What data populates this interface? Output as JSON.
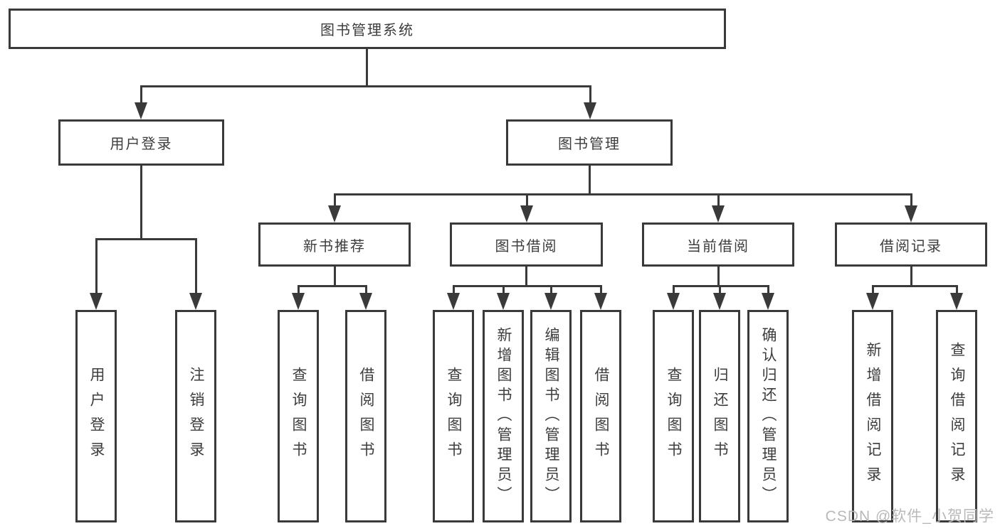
{
  "diagram": {
    "nodes": {
      "root": "图书管理系统",
      "level2": [
        "用户登录",
        "图书管理"
      ],
      "level3": [
        "新书推荐",
        "图书借阅",
        "当前借阅",
        "借阅记录"
      ],
      "leaves": {
        "user_login": [
          "用户登录",
          "注销登录"
        ],
        "new_book_rec": [
          "查询图书",
          "借阅图书"
        ],
        "book_borrow": [
          "查询图书",
          "新增图书（管理员）",
          "编辑图书（管理员）",
          "借阅图书"
        ],
        "current_borrow": [
          "查询图书",
          "归还图书",
          "确认归还（管理员）"
        ],
        "borrow_records": [
          "新增借阅记录",
          "查询借阅记录"
        ]
      }
    },
    "watermark": "CSDN @软件_小贺同学",
    "colors": {
      "line": "#3a3a3a",
      "text": "#3d3d3d",
      "background": "#ffffff",
      "watermark": "#b9b9b9"
    }
  }
}
